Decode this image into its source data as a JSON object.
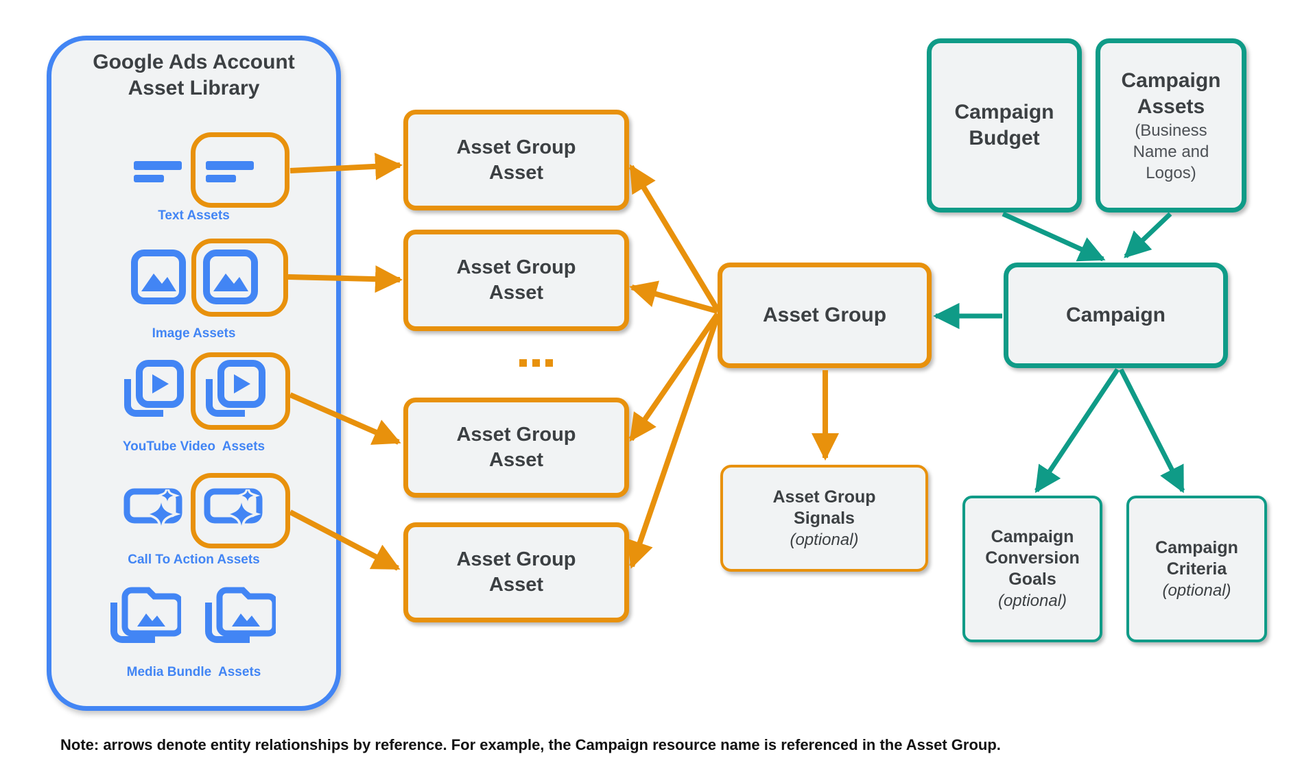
{
  "colors": {
    "blue": "#4285F4",
    "orange": "#E8910C",
    "teal": "#0F9B87",
    "box_fill": "#F1F3F4",
    "text_dark": "#3C4043"
  },
  "library": {
    "title": "Google Ads Account\nAsset Library",
    "items": [
      {
        "label": "Text Assets",
        "icon": "text-asset-icon"
      },
      {
        "label": "Image Assets",
        "icon": "image-asset-icon"
      },
      {
        "label": "YouTube Video  Assets",
        "icon": "youtube-video-asset-icon"
      },
      {
        "label": "Call To Action Assets",
        "icon": "call-to-action-asset-icon"
      },
      {
        "label": "Media Bundle  Assets",
        "icon": "media-bundle-asset-icon"
      }
    ]
  },
  "middle": {
    "asset_group_assets": [
      {
        "label": "Asset Group\nAsset"
      },
      {
        "label": "Asset Group\nAsset"
      },
      {
        "label": "Asset Group\nAsset"
      },
      {
        "label": "Asset Group\nAsset"
      }
    ],
    "ellipsis": "..."
  },
  "asset_group": {
    "label": "Asset Group"
  },
  "asset_group_signals": {
    "title": "Asset Group\nSignals",
    "optional": "(optional)"
  },
  "campaign_budget": {
    "label": "Campaign\nBudget"
  },
  "campaign_assets": {
    "title": "Campaign\nAssets",
    "subtitle": "(Business\nName and\nLogos)"
  },
  "campaign": {
    "label": "Campaign"
  },
  "campaign_conversion_goals": {
    "title": "Campaign\nConversion\nGoals",
    "optional": "(optional)"
  },
  "campaign_criteria": {
    "title": "Campaign\nCriteria",
    "optional": "(optional)"
  },
  "note": "Note: arrows denote entity relationships by reference. For example, the Campaign resource name is referenced in the Asset Group."
}
